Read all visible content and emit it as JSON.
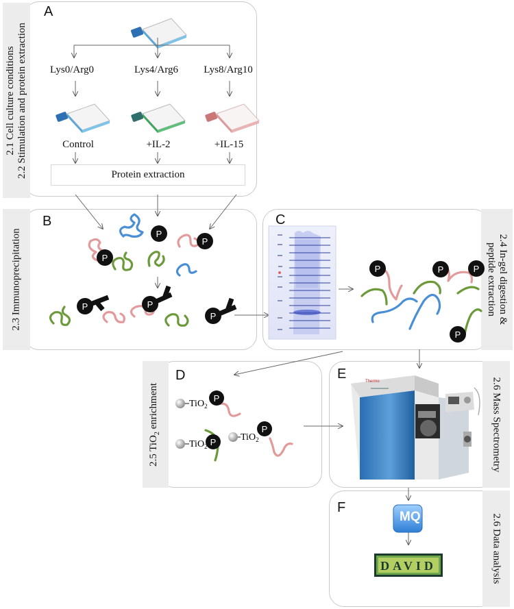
{
  "panel_a": {
    "letter": "A",
    "side_label_1": "2.1 Cell culture conditions",
    "side_label_2": "2.2 Stimulation and protein extraction",
    "labels": [
      "Lys0/Arg0",
      "Lys4/Arg6",
      "Lys8/Arg10"
    ],
    "conditions": [
      "Control",
      "+IL-2",
      "+IL-15"
    ],
    "box_label": "Protein extraction",
    "flask_colors": [
      "#7ec3ea",
      "#5dbf7a",
      "#e6aaaa"
    ]
  },
  "panel_b": {
    "letter": "B",
    "side_label": "2.3 Immunoprecipitation",
    "phospho_symbol": "P"
  },
  "panel_c": {
    "letter": "C",
    "side_label_1": "2.4 In-gel digestion &",
    "side_label_2": "peptide extraction"
  },
  "panel_d": {
    "letter": "D",
    "side_label_prefix": "2.5  TiO",
    "side_label_sub": "2",
    "side_label_suffix": " enrichment",
    "bead_label": "TiO",
    "bead_sub": "2"
  },
  "panel_e": {
    "letter": "E",
    "side_label": "2.6 Mass Spectrometry",
    "brand": "Thermo"
  },
  "panel_f": {
    "letter": "F",
    "side_label": "2.6 Data analysis",
    "mq_logo": "MQ",
    "david_logo": "DAVID"
  },
  "colors": {
    "pink": "#e39a9a",
    "green": "#6c9a3b",
    "blue": "#4a8fd6",
    "black": "#111111"
  }
}
